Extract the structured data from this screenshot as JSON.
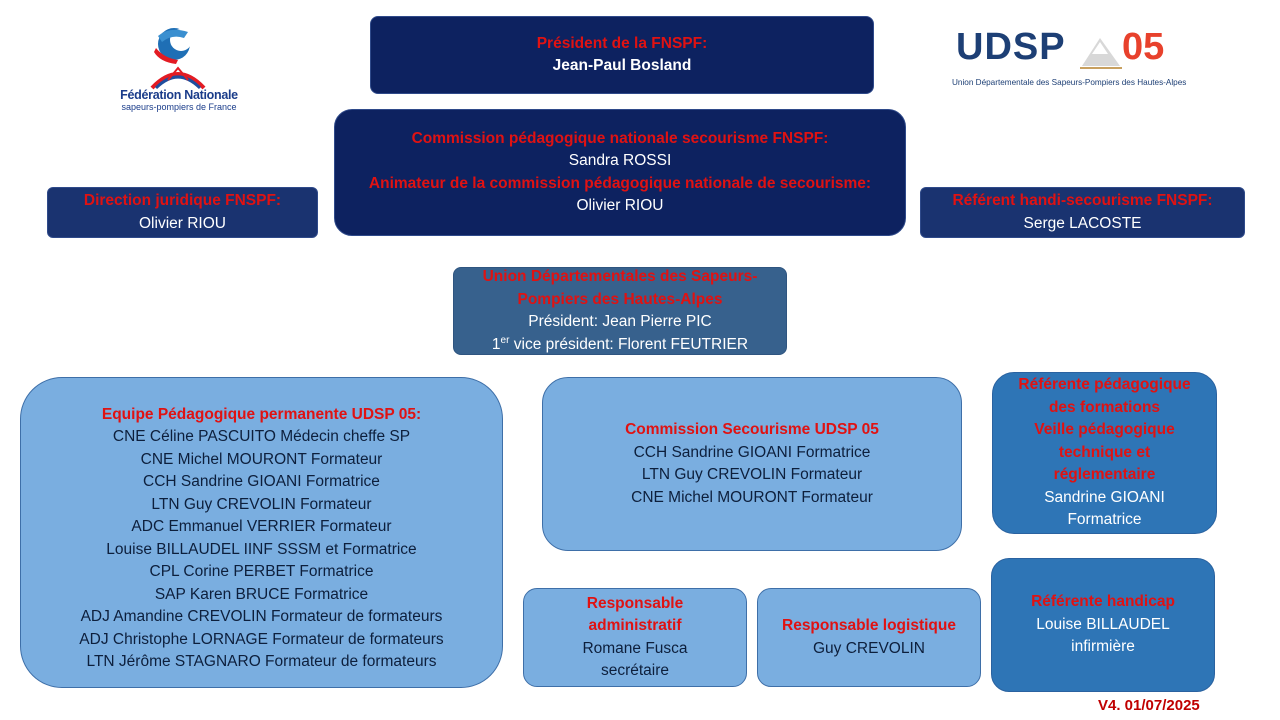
{
  "logos": {
    "federation": {
      "line1": "Fédération Nationale",
      "line2": "sapeurs-pompiers de France"
    },
    "udsp": {
      "name": "UDSP",
      "number": "05",
      "subtitle": "Union Départementale des Sapeurs-Pompiers des Hautes-Alpes"
    }
  },
  "president": {
    "title": "Président de la FNSPF:",
    "name": "Jean-Paul Bosland"
  },
  "commission_nationale": {
    "title": "Commission pédagogique nationale secourisme FNSPF:",
    "name": "Sandra ROSSI",
    "animateur_title": "Animateur de la commission pédagogique nationale de secourisme:",
    "animateur_name": "Olivier RIOU"
  },
  "direction_juridique": {
    "title": "Direction juridique FNSPF:",
    "name": "Olivier RIOU"
  },
  "referent_handi": {
    "title": "Référent handi-secourisme FNSPF:",
    "name": "Serge LACOSTE"
  },
  "udsp_union": {
    "title_line1": "Union Départementales des Sapeurs-",
    "title_line2": "Pompiers des Hautes-Alpes",
    "president": "Président: Jean Pierre PIC",
    "vp_prefix": "1",
    "vp_sup": "er",
    "vp_rest": " vice président: Florent FEUTRIER"
  },
  "equipe": {
    "title": "Equipe Pédagogique permanente UDSP 05:",
    "members": [
      "CNE Céline PASCUITO Médecin cheffe SP",
      "CNE Michel MOURONT Formateur",
      "CCH Sandrine GIOANI Formatrice",
      "LTN Guy CREVOLIN Formateur",
      "ADC Emmanuel VERRIER Formateur",
      "Louise BILLAUDEL IINF SSSM  et Formatrice",
      "CPL Corine PERBET Formatrice",
      "SAP Karen BRUCE Formatrice",
      "ADJ Amandine CREVOLIN Formateur de formateurs",
      "ADJ Christophe LORNAGE Formateur de formateurs",
      "LTN Jérôme STAGNARO Formateur de formateurs"
    ]
  },
  "commission_udsp": {
    "title": "Commission Secourisme UDSP 05",
    "members": [
      "CCH Sandrine GIOANI Formatrice",
      "LTN Guy CREVOLIN Formateur",
      "CNE Michel MOURONT Formateur"
    ]
  },
  "referente_pedagogique": {
    "title_lines": [
      "Référente pédagogique",
      "des formations",
      "Veille pédagogique",
      "technique et",
      "réglementaire"
    ],
    "name": "Sandrine GIOANI",
    "role": "Formatrice"
  },
  "responsable_admin": {
    "title_lines": [
      "Responsable",
      "administratif"
    ],
    "name": "Romane Fusca",
    "role": "secrétaire"
  },
  "responsable_logistique": {
    "title": "Responsable logistique",
    "name": "Guy CREVOLIN"
  },
  "referente_handicap": {
    "title": "Référente handicap",
    "name": "Louise BILLAUDEL",
    "role": "infirmière"
  },
  "version": "V4. 01/07/2025"
}
